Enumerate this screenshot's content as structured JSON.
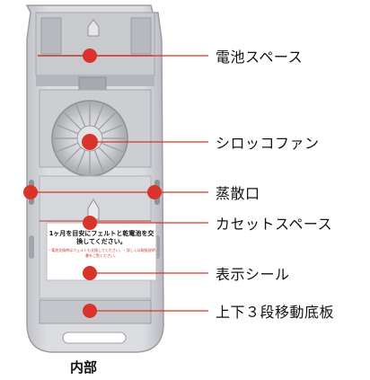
{
  "callouts": [
    {
      "id": "battery-space",
      "label": "電池スペース"
    },
    {
      "id": "sirocco-fan",
      "label": "シロッコファン"
    },
    {
      "id": "vent",
      "label": "蒸散口"
    },
    {
      "id": "cassette-space",
      "label": "カセットスペース"
    },
    {
      "id": "display-seal",
      "label": "表示シール"
    },
    {
      "id": "adjustable-shelf",
      "label": "上下３段移動底板"
    }
  ],
  "sticker": {
    "main_text": "1ヶ月を目安にフェルトと乾電池を交換してください。",
    "fine_print": "・電池交換時はフェルトも交換してください。・詳しくは取扱説明書をご覧ください。"
  },
  "caption": "内部",
  "colors": {
    "marker": "#d9342b",
    "housing": "#d4d5d9",
    "housing_shadow": "#a9abb1"
  }
}
